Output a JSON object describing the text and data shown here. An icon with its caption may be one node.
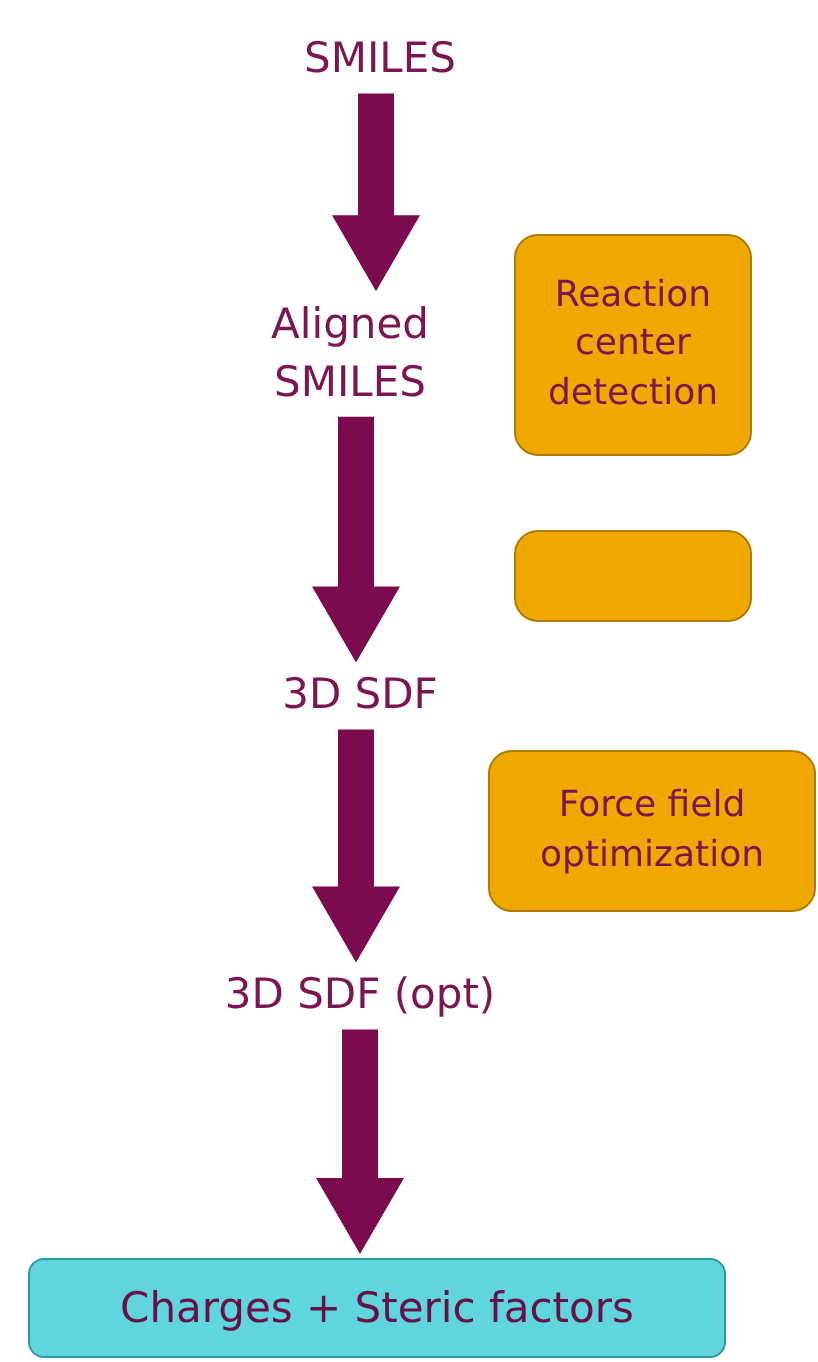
{
  "diagram": {
    "nodes": [
      {
        "text": [
          "SMILES"
        ]
      },
      {
        "text": [
          "Aligned SMILES"
        ]
      },
      {
        "text": [
          "Reaction center detection"
        ]
      },
      {
        "text": [],
        "shape": "box"
      },
      {
        "text": [
          "3D SDF"
        ]
      },
      {
        "text": [
          "Force field optimization"
        ]
      },
      {
        "text": [
          "3D SDF (opt)"
        ]
      },
      {
        "text": [
          "Charges + Steric factors"
        ]
      }
    ],
    "edges": [
      {
        "from": 0,
        "to": 1,
        "arrow": "to",
        "style": "thick"
      },
      {
        "from": 1,
        "to": 4,
        "arrow": "to",
        "style": "thick"
      },
      {
        "from": 4,
        "to": 6,
        "arrow": "to",
        "style": "thick"
      },
      {
        "from": 6,
        "to": 7,
        "arrow": "to",
        "style": "thick"
      }
    ]
  }
}
